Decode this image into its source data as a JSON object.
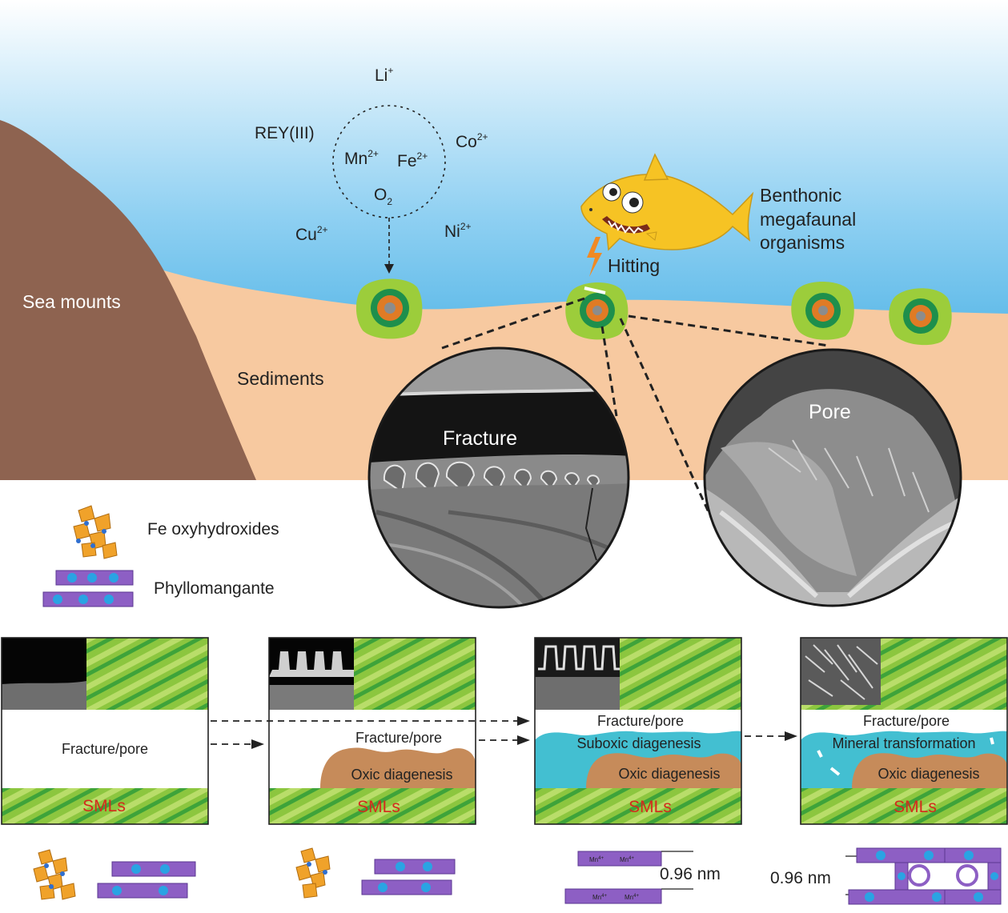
{
  "colors": {
    "sea_top": "#ffffff",
    "sea_bottom": "#29a3e0",
    "sediment": "#f7c9a0",
    "seamount": "#8e6350",
    "shark": "#f6c324",
    "oxic": "#c68b5a",
    "suboxic": "#43bfd1",
    "sml_green": "#8cc63f",
    "sml_dark": "#3ea33a",
    "sml_red": "#d42a1d",
    "nodule_outer": "#9ccd3b",
    "nodule_mid": "#1e8f4c",
    "nodule_inner": "#e07b25",
    "nodule_core": "#8c8c8c"
  },
  "labels": {
    "seamounts": "Sea mounts",
    "sediments": "Sediments",
    "hitting": "Hitting",
    "organisms_line1": "Benthonic",
    "organisms_line2": "megafaunal",
    "organisms_line3": "organisms",
    "fracture": "Fracture",
    "pore": "Pore"
  },
  "ions": {
    "li": "Li",
    "li_charge": "+",
    "rey": "REY(III)",
    "co": "Co",
    "co_charge": "2+",
    "cu": "Cu",
    "cu_charge": "2+",
    "ni": "Ni",
    "ni_charge": "2+",
    "mn": "Mn",
    "mn_charge": "2+",
    "fe": "Fe",
    "fe_charge": "2+",
    "o": "O",
    "o_sub": "2"
  },
  "legend": {
    "fe": "Fe oxyhydroxides",
    "mn": "Phyllomangante"
  },
  "stages": {
    "s1_label": "Fracture/pore",
    "s2_label": "Fracture/pore",
    "s2_oxic": "Oxic diagenesis",
    "s3_label": "Fracture/pore",
    "s3_suboxic": "Suboxic diagenesis",
    "s3_oxic": "Oxic diagenesis",
    "s4_label": "Fracture/pore",
    "s4_mineral": "Mineral transformation",
    "s4_oxic": "Oxic diagenesis",
    "sml": "SMLs"
  },
  "mineral": {
    "mn_tag": "Mn",
    "mn_tag_charge": "4+",
    "spacing_a": "0.96 nm",
    "spacing_b": "0.96 nm"
  }
}
